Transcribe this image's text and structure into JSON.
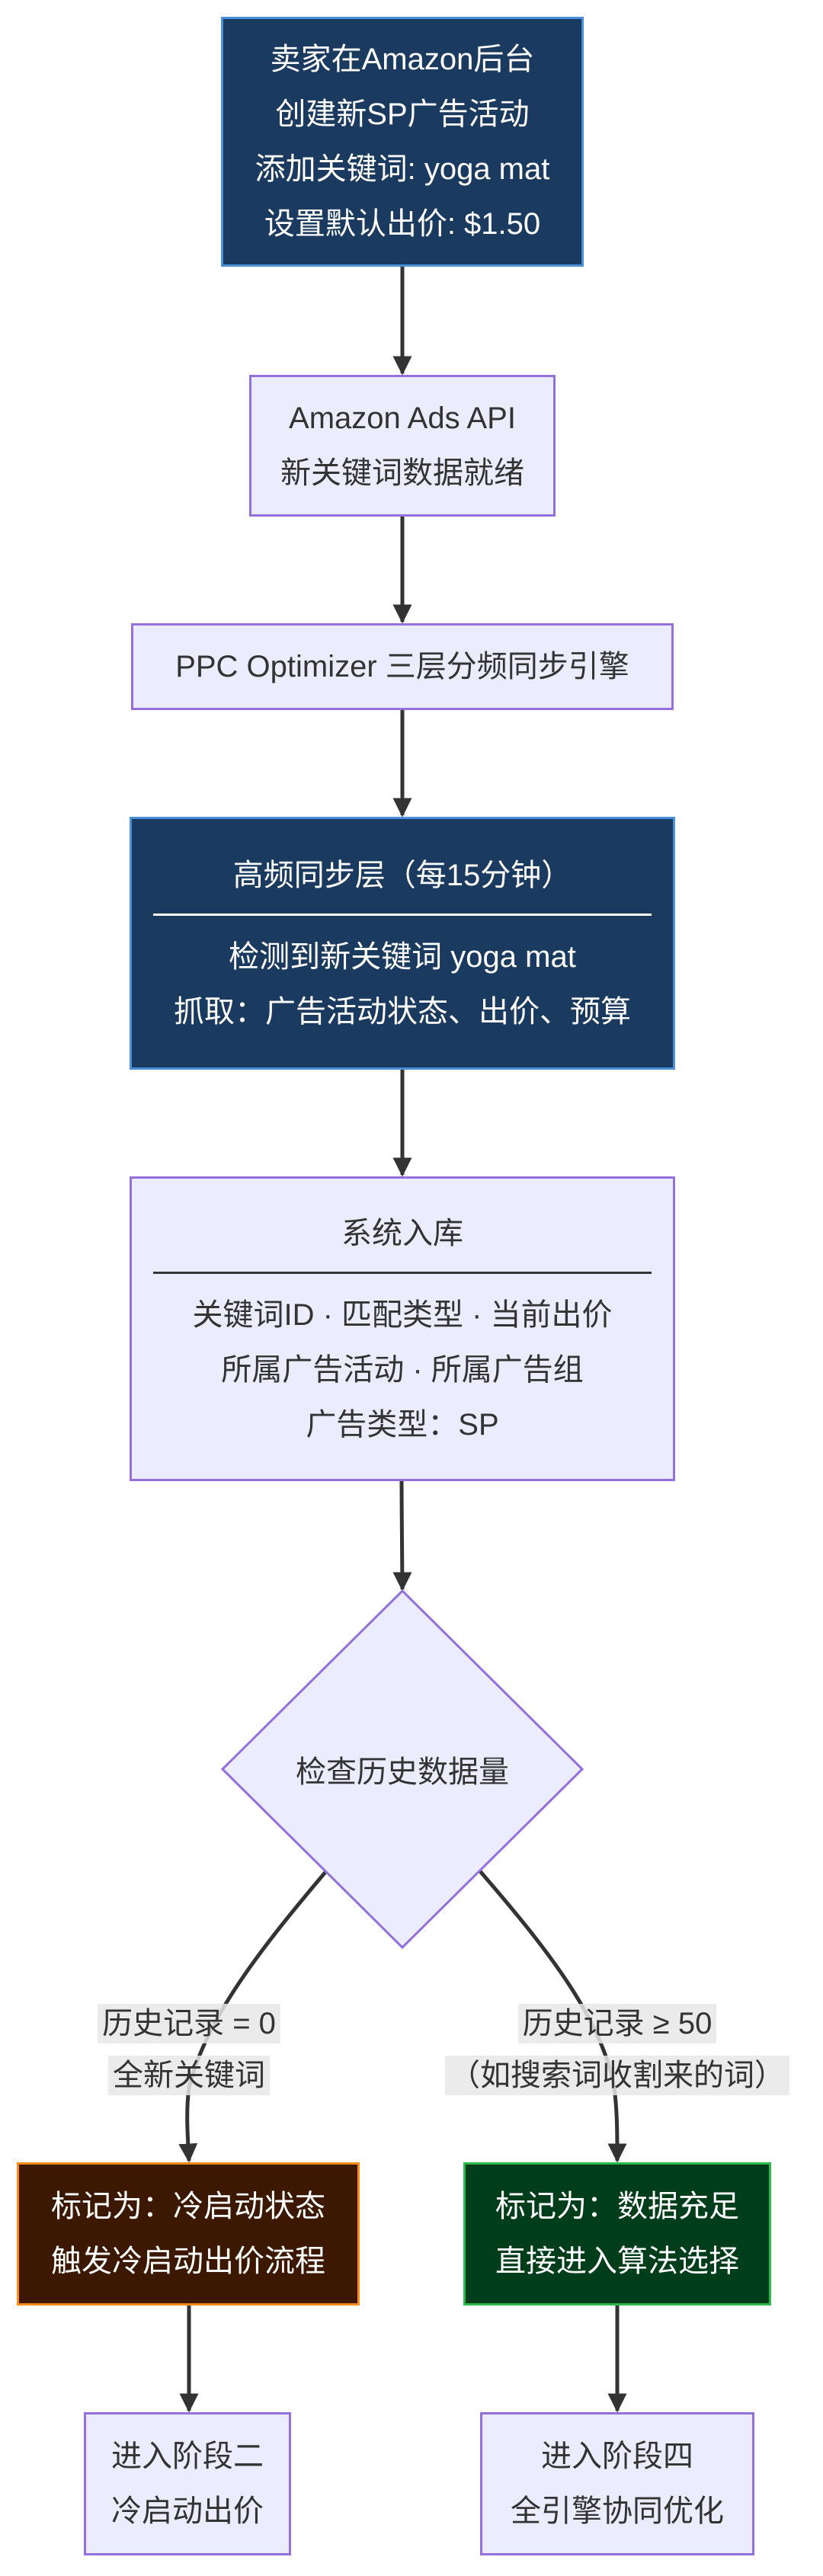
{
  "nodes": {
    "seller": {
      "lines": [
        "卖家在Amazon后台",
        "创建新SP广告活动",
        "添加关键词: yoga mat",
        "设置默认出价: $1.50"
      ]
    },
    "api": {
      "lines": [
        "Amazon Ads API",
        "新关键词数据就绪"
      ]
    },
    "engine": {
      "lines": [
        "PPC Optimizer 三层分频同步引擎"
      ]
    },
    "high_freq": {
      "title": "高频同步层（每15分钟）",
      "lines": [
        "检测到新关键词 yoga mat",
        "抓取：广告活动状态、出价、预算"
      ]
    },
    "storage": {
      "title": "系统入库",
      "lines": [
        "关键词ID · 匹配类型 · 当前出价",
        "所属广告活动 · 所属广告组",
        "广告类型：SP"
      ]
    },
    "decision": {
      "label": "检查历史数据量"
    },
    "cold_start": {
      "lines": [
        "标记为：冷启动状态",
        "触发冷启动出价流程"
      ]
    },
    "data_rich": {
      "lines": [
        "标记为：数据充足",
        "直接进入算法选择"
      ]
    },
    "stage_two": {
      "lines": [
        "进入阶段二",
        "冷启动出价"
      ]
    },
    "stage_four": {
      "lines": [
        "进入阶段四",
        "全引擎协同优化"
      ]
    }
  },
  "edge_labels": {
    "left": [
      "历史记录 = 0",
      "全新关键词"
    ],
    "right": [
      "历史记录 ≥ 50",
      "（如搜索词收割来的词）"
    ]
  },
  "colors": {
    "light_fill": "#ECECFF",
    "light_border": "#9370DB",
    "dark_fill": "#1b3a5f",
    "orange_border": "#ff8c1a",
    "green_border": "#2db84d",
    "arrow": "#333333"
  }
}
